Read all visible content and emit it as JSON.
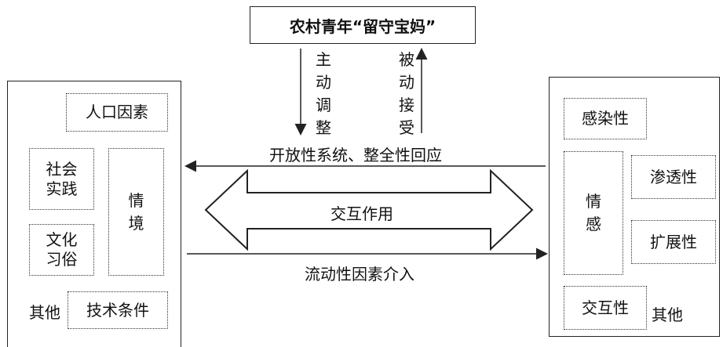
{
  "top": {
    "title": "农村青年“留守宝妈”"
  },
  "vertical": {
    "down": "主动调整",
    "up": "被动接受"
  },
  "arrows": {
    "top_left": "开放性系统、整全性回应",
    "middle": "交互作用",
    "bottom_right": "流动性因素介入"
  },
  "left": {
    "population": "人口因素",
    "social_practice": "社会实践",
    "culture": "文化习俗",
    "situation": "情境",
    "other": "其他",
    "tech": "技术条件"
  },
  "right": {
    "infectious": "感染性",
    "emotion": "情感",
    "permeability": "渗透性",
    "expansibility": "扩展性",
    "interactivity": "交互性",
    "other": "其他"
  }
}
